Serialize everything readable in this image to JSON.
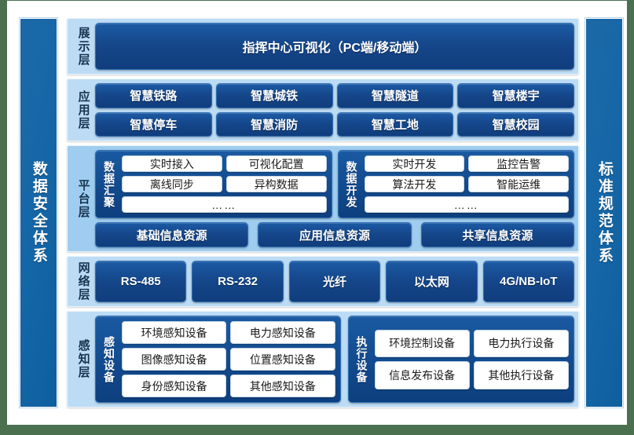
{
  "theme": {
    "page_background": "#4a7050",
    "card_background": "#ffffff",
    "pillar_blue": "#1667a7",
    "row_background": "#bcdcf5",
    "platform_row_background": "#9fcdf0",
    "block_blue": "#15478b",
    "white_box": "#ffffff"
  },
  "pillars": {
    "left": {
      "label": "数据安全体系"
    },
    "right": {
      "label": "标准规范体系"
    }
  },
  "layers": {
    "display": {
      "label": "展示层",
      "banner": "指挥中心可视化（PC端/移动端）"
    },
    "application": {
      "label": "应用层",
      "items": [
        "智慧铁路",
        "智慧城铁",
        "智慧隧道",
        "智慧楼宇",
        "智慧停车",
        "智慧消防",
        "智慧工地",
        "智慧校园"
      ]
    },
    "platform": {
      "label": "平台层",
      "groups": [
        {
          "title": "数据汇聚",
          "rows": [
            [
              "实时接入",
              "可视化配置"
            ],
            [
              "离线同步",
              "异构数据"
            ]
          ],
          "ellipsis": "……"
        },
        {
          "title": "数据开发",
          "rows": [
            [
              "实时开发",
              "监控告警"
            ],
            [
              "算法开发",
              "智能运维"
            ]
          ],
          "ellipsis": "……"
        }
      ],
      "resources": [
        "基础信息资源",
        "应用信息资源",
        "共享信息资源"
      ]
    },
    "network": {
      "label": "网络层",
      "items": [
        "RS-485",
        "RS-232",
        "光纤",
        "以太网",
        "4G/NB-IoT"
      ]
    },
    "sensing": {
      "label": "感知层",
      "groups": [
        {
          "title": "感知设备",
          "rows": [
            [
              "环境感知设备",
              "电力感知设备"
            ],
            [
              "图像感知设备",
              "位置感知设备"
            ],
            [
              "身份感知设备",
              "其他感知设备"
            ]
          ]
        },
        {
          "title": "执行设备",
          "rows": [
            [
              "环境控制设备",
              "电力执行设备"
            ],
            [
              "信息发布设备",
              "其他执行设备"
            ]
          ]
        }
      ]
    }
  }
}
